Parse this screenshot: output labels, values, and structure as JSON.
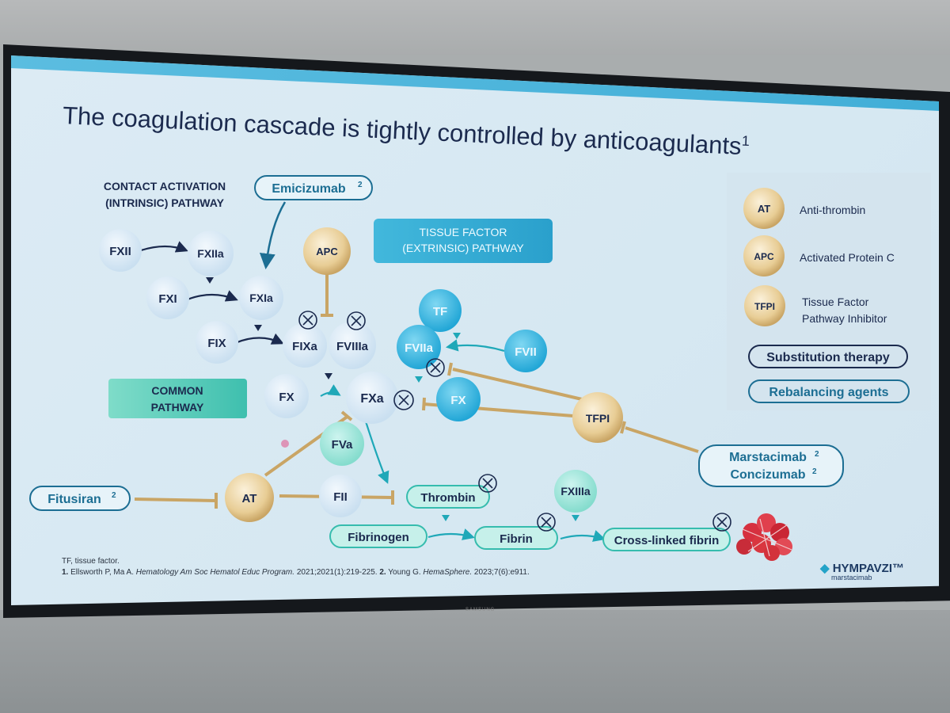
{
  "title": "The coagulation cascade is tightly controlled by anticoagulants",
  "title_ref": "1",
  "labels": {
    "contact_line1": "CONTACT ACTIVATION",
    "contact_line2": "(INTRINSIC) PATHWAY",
    "tissue_line1": "TISSUE FACTOR",
    "tissue_line2": "(EXTRINSIC) PATHWAY",
    "common_line1": "COMMON",
    "common_line2": "PATHWAY"
  },
  "nodes": {
    "fxii": "FXII",
    "fxiia": "FXIIa",
    "fxi": "FXI",
    "fxia": "FXIa",
    "fix": "FIX",
    "fixa": "FIXa",
    "fviiia": "FVIIIa",
    "fx_left": "FX",
    "fxa": "FXa",
    "fva": "FVa",
    "fii": "FII",
    "thrombin": "Thrombin",
    "fibrinogen": "Fibrinogen",
    "fibrin": "Fibrin",
    "crosslinked": "Cross-linked fibrin",
    "fxiiia": "FXIIIa",
    "tf": "TF",
    "fviia": "FVIIa",
    "fvii": "FVII",
    "fx_right": "FX",
    "apc": "APC",
    "at": "AT",
    "tfpi": "TFPI"
  },
  "drugs": {
    "emicizumab": "Emicizumab",
    "emicizumab_ref": "2",
    "fitusiran": "Fitusiran",
    "fitusiran_ref": "2",
    "marstacimab": "Marstacimab",
    "marstacimab_ref": "2",
    "concizumab": "Concizumab",
    "concizumab_ref": "2"
  },
  "legend": {
    "at_abbr": "AT",
    "at_text": "Anti-thrombin",
    "apc_abbr": "APC",
    "apc_text": "Activated Protein C",
    "tfpi_abbr": "TFPI",
    "tfpi_line1": "Tissue Factor",
    "tfpi_line2": "Pathway Inhibitor",
    "substitution": "Substitution therapy",
    "rebalancing": "Rebalancing agents"
  },
  "footnote": {
    "abbrev": "TF, tissue factor.",
    "ref1_num": "1.",
    "ref1_authors": "Ellsworth P, Ma A.",
    "ref1_journal": "Hematology Am Soc Hematol Educ Program.",
    "ref1_rest": "2021;2021(1):219-225.",
    "ref2_num": "2.",
    "ref2_authors": "Young G.",
    "ref2_journal": "HemaSphere.",
    "ref2_rest": "2023;7(6):e911."
  },
  "logo": {
    "name": "HYMPAVZI",
    "tm": "™",
    "generic": "marstacimab"
  },
  "tv_brand": "SAMSUNG",
  "colors": {
    "dark_navy": "#1b2a4e",
    "cyan_accent": "#1fa8d2",
    "teal_common": "#3ec8b8",
    "inhibitor_gold": "#c9a565",
    "drug_blue": "#1c6e93"
  }
}
